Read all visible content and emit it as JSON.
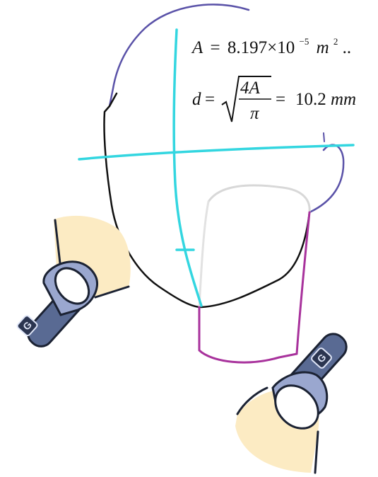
{
  "formula_area": {
    "lhs": "A",
    "eq": "=",
    "value": "8.197×10",
    "exponent": "−5",
    "unit": "m",
    "unit_power": "2",
    "trailing": ".."
  },
  "formula_diameter": {
    "lhs": "d",
    "eq": "=",
    "numerator": "4A",
    "denominator": "π",
    "rhs_eq": "=",
    "value": "10.2",
    "unit": "mm"
  },
  "flashlight_label": "G",
  "colors": {
    "head_outline": "#111111",
    "head_outline_top": "#5a52a8",
    "axis_lines": "#33d6e0",
    "neck_outline": "#a8329c",
    "neck_top": "#d8d8d8",
    "beam_fill": "#fcebc3",
    "flashlight_body": "#596a93",
    "flashlight_ring": "#9aa7cf"
  },
  "icons": [
    "flashlight-icon",
    "flashlight-icon"
  ]
}
